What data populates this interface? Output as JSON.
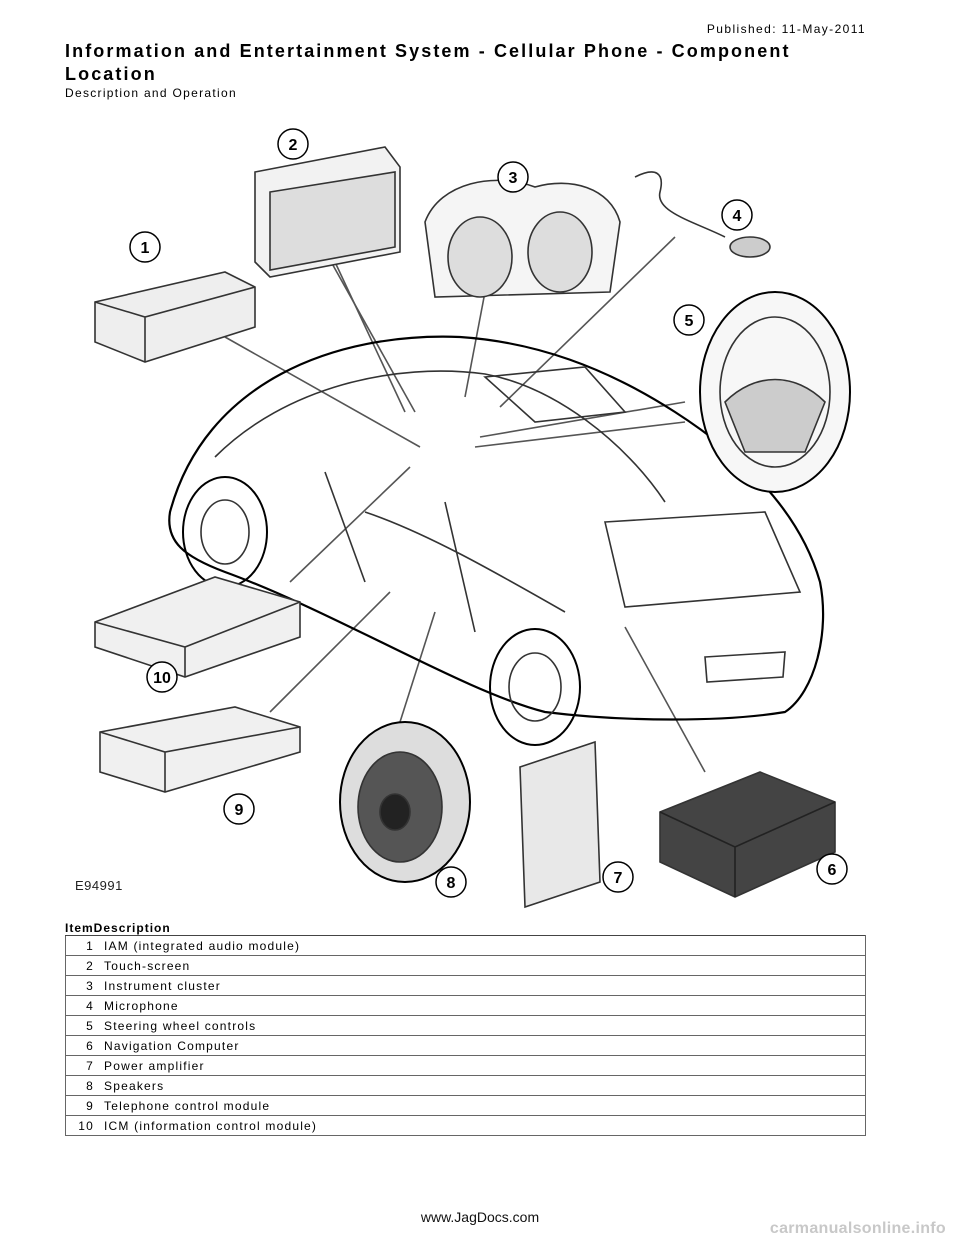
{
  "header": {
    "published": "Published: 11-May-2011",
    "title": "Information and Entertainment System - Cellular Phone - Component Location",
    "subtitle": "Description and Operation"
  },
  "figure": {
    "code": "E94991",
    "callouts": [
      "1",
      "2",
      "3",
      "4",
      "5",
      "6",
      "7",
      "8",
      "9",
      "10"
    ]
  },
  "items": {
    "header": "ItemDescription",
    "rows": [
      {
        "num": "1",
        "desc": "IAM (integrated audio module)"
      },
      {
        "num": "2",
        "desc": "Touch-screen"
      },
      {
        "num": "3",
        "desc": "Instrument cluster"
      },
      {
        "num": "4",
        "desc": "Microphone"
      },
      {
        "num": "5",
        "desc": "Steering wheel controls"
      },
      {
        "num": "6",
        "desc": "Navigation Computer"
      },
      {
        "num": "7",
        "desc": "Power amplifier"
      },
      {
        "num": "8",
        "desc": "Speakers"
      },
      {
        "num": "9",
        "desc": "Telephone control module"
      },
      {
        "num": "10",
        "desc": "ICM (information control module)"
      }
    ]
  },
  "footer": {
    "site": "www.JagDocs.com",
    "watermark": "carmanualsonline.info"
  }
}
